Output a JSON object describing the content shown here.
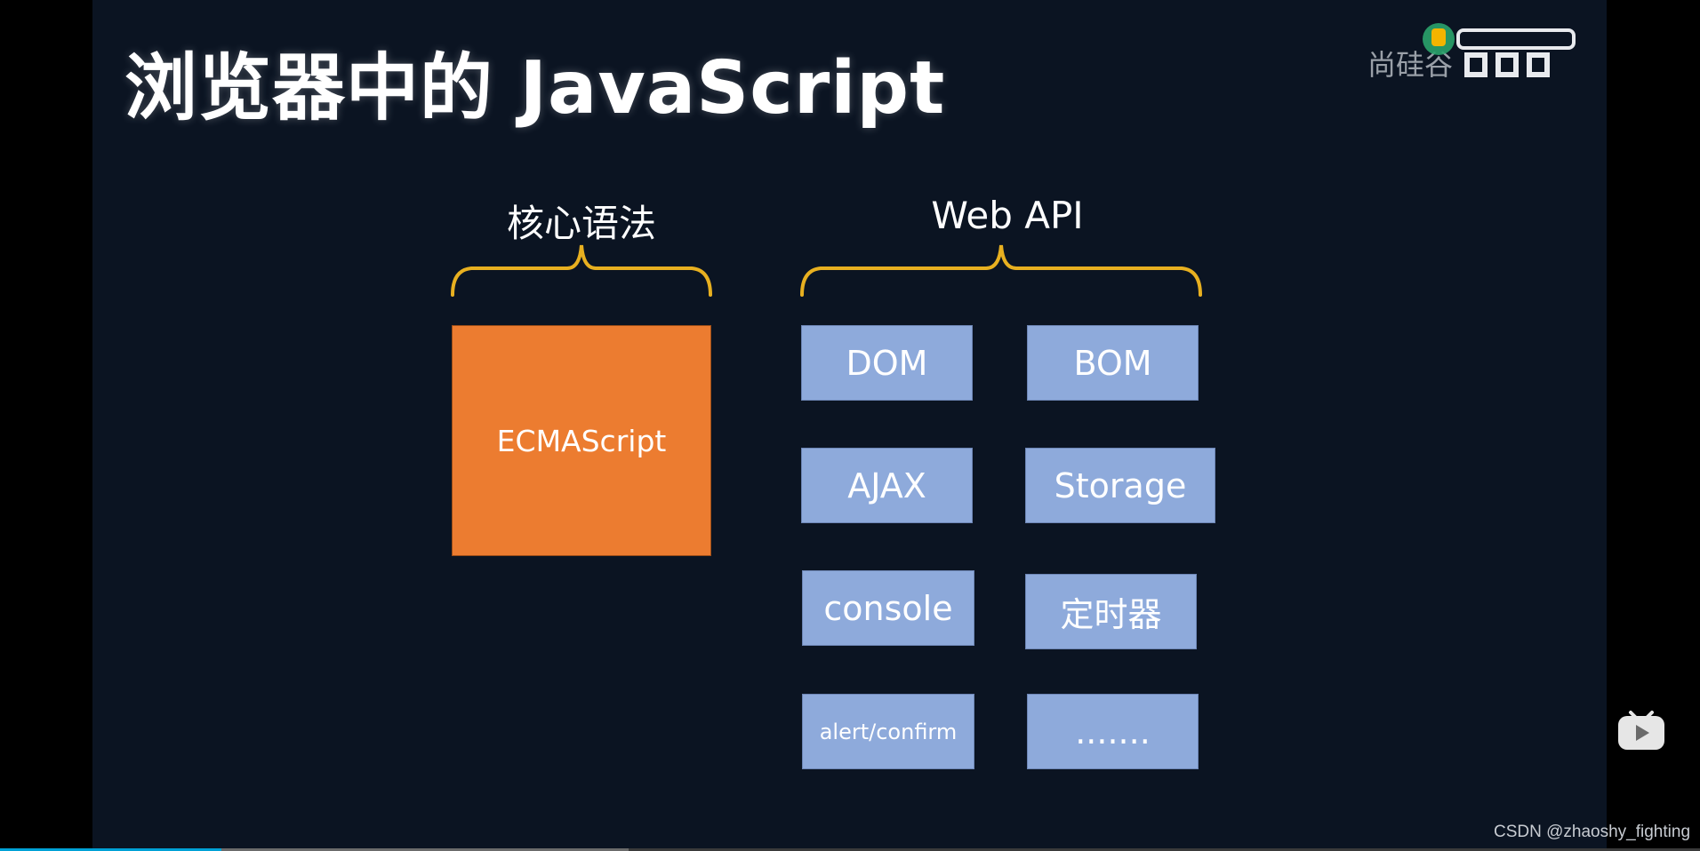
{
  "slide": {
    "title": "浏览器中的 JavaScript",
    "watermark_text": "尚硅谷",
    "logo_icon": "shangguigu-bilibili-logo-icon"
  },
  "core": {
    "label": "核心语法",
    "box_label": "ECMAScript",
    "color": "#ec7c30"
  },
  "web_api": {
    "label": "Web API",
    "color": "#8eaadb",
    "items": [
      "DOM",
      "BOM",
      "AJAX",
      "Storage",
      "console",
      "定时器",
      "alert/confirm",
      "......."
    ]
  },
  "brace_color": "#e8b020",
  "player": {
    "play_icon": "bilibili-tv-icon",
    "progress_played": 0.13,
    "progress_buffered": 0.37,
    "accent": "#00a1d6"
  },
  "credit": "CSDN @zhaoshy_fighting"
}
